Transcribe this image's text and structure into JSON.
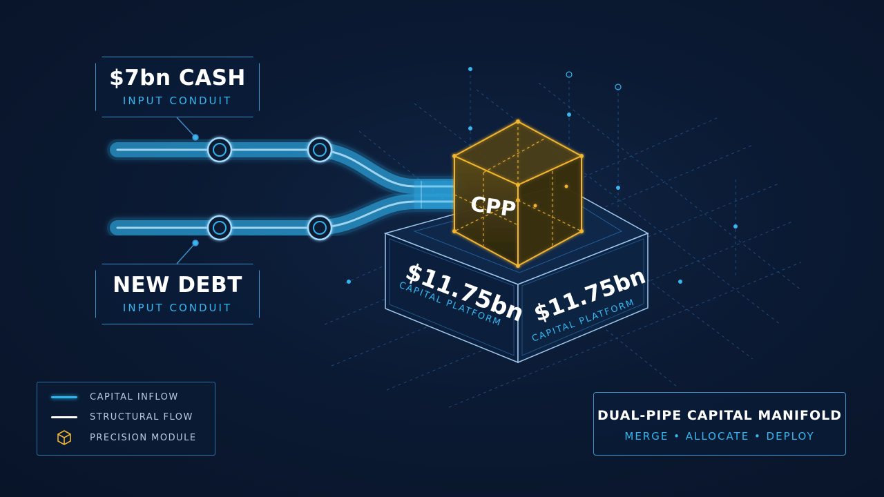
{
  "inputs": {
    "cash": {
      "title": "$7bn CASH",
      "subtitle": "INPUT CONDUIT"
    },
    "debt": {
      "title": "NEW DEBT",
      "subtitle": "INPUT CONDUIT"
    }
  },
  "module": {
    "label": "CPP"
  },
  "platform": {
    "left_value": "$11.75bn",
    "left_caption": "CAPITAL PLATFORM",
    "right_value": "$11.75bn",
    "right_caption": "CAPITAL PLATFORM"
  },
  "legend": {
    "items": [
      {
        "label": "CAPITAL INFLOW",
        "color": "#2fb4f0"
      },
      {
        "label": "STRUCTURAL FLOW",
        "color": "#ffffff"
      },
      {
        "label": "PRECISION MODULE",
        "color": "#f2b630",
        "icon": "cube-icon"
      }
    ]
  },
  "title_box": {
    "title": "DUAL-PIPE CAPITAL MANIFOLD",
    "subtitle": "MERGE • ALLOCATE • DEPLOY"
  },
  "colors": {
    "pipe": "#2fb4f0",
    "accent": "#36b7f0",
    "module": "#f2b630",
    "background": "#0b1a33"
  }
}
